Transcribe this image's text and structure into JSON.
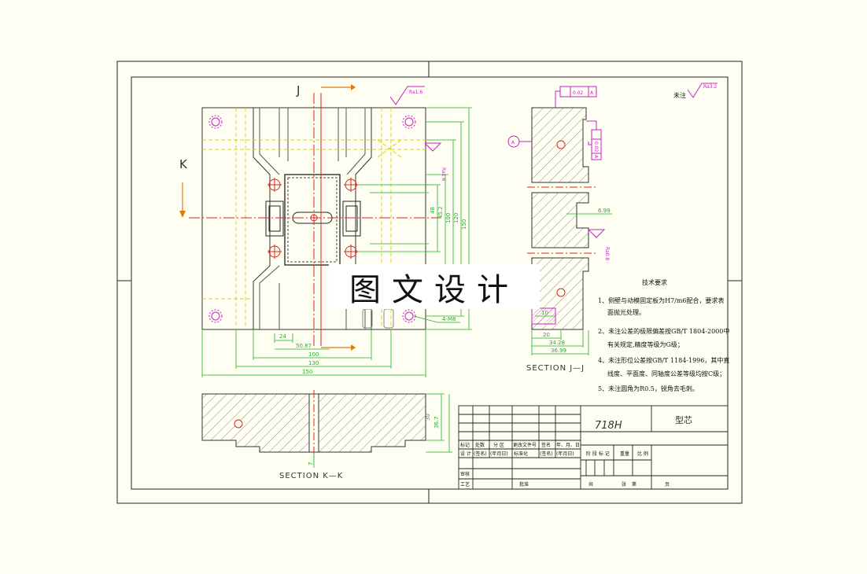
{
  "views": {
    "section_j_label": "J",
    "section_k_label": "K",
    "section_jj_title": "SECTION J—J",
    "section_kk_title": "SECTION K—K"
  },
  "roughness": {
    "main": "Ra1.6",
    "corner_note": "未注",
    "corner_value": "Ra3.2",
    "side_1": "Ra1.6",
    "side_2": "Ra0.8"
  },
  "tolerances": {
    "flatness_value": "0.02",
    "flatness_datum": "A",
    "parallel_value": "0.02",
    "parallel_datum": "A",
    "datum_label": "A"
  },
  "dimensions": {
    "plan_horizontal": [
      "24",
      "50.87",
      "100",
      "130",
      "150"
    ],
    "plan_vertical": [
      "48",
      "45.2",
      "100",
      "120",
      "150"
    ],
    "note_hole": "4-M8",
    "jj_horizontal": [
      "20",
      "34.28",
      "36.99"
    ],
    "jj_side": "6.99",
    "jj_small": "10",
    "kk_vertical": [
      "30",
      "36.7"
    ],
    "kk_small": "7"
  },
  "watermark": "图文设计",
  "tech_requirements": {
    "heading": "技术要求",
    "items": [
      "1、侧壁与动模固定板为H7/m6配合，要求表",
      "面抛光处理。",
      "2、未注公差的极限偏差按GB/T 1804-2000中",
      "有关规定,精度等级为G级；",
      "4、未注形位公差按GB/T 1184-1996，其中直",
      "线度、平面度、同轴度公差等级均按C级；",
      "5、未注圆角为R0.5，锐角去毛刺。"
    ]
  },
  "title_block": {
    "material": "718H",
    "part_name": "型芯",
    "row_labels": [
      "标记",
      "处数",
      "分 区",
      "更改文件号",
      "签名",
      "年、月、日"
    ],
    "row2_labels": [
      "设 计",
      "(签名)",
      "(年月日)",
      "标准化",
      "(签名)",
      "(年月日)"
    ],
    "stage_labels": [
      "阶 段 标 记",
      "重量",
      "比 例"
    ],
    "left_labels": [
      "审核",
      "工艺"
    ],
    "approve": "批准",
    "sheet_labels": [
      "共",
      "张",
      "第",
      "页"
    ]
  }
}
